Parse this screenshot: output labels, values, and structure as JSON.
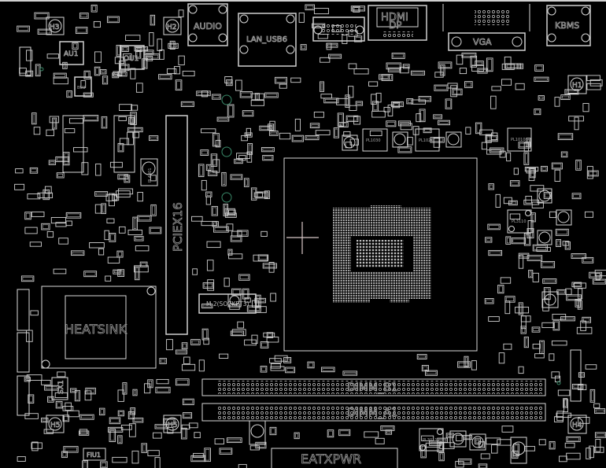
{
  "board": {
    "background": "#000000",
    "outline_color": "#d8d8d8",
    "testpoint_color": "#3a8a6a"
  },
  "components": {
    "audio": "AUDIO",
    "lan_usb": "LAN_USB6",
    "hdmi": "HDMI",
    "dp": "DP",
    "vga": "VGA",
    "kbms": "KBMS",
    "au1": "AU1",
    "ou1": "OU1",
    "bu3": "BU3",
    "pciex16": "PCIEX16",
    "heatsink": "HEATSINK",
    "m2": "M.2(SOCKET3)",
    "sx1": "SX1",
    "fiu1": "FIU1",
    "dimm_b1": "DIMM_B1",
    "dimm_a1": "DIMM_A1",
    "eatxpwr": "EATXPWR",
    "pl1030": "PL1030",
    "pl1020": "PL1020",
    "pl1010": "PL1010",
    "pl3110": "PL3110",
    "pl3011": "PL3011",
    "pl4801": "PL4801"
  },
  "holes": {
    "h1": "H1",
    "h2": "H2",
    "h3": "H3",
    "h4": "H4",
    "h5a": "H5",
    "h5b": "H5"
  },
  "cursor": {
    "icon": "crosshair-icon"
  }
}
